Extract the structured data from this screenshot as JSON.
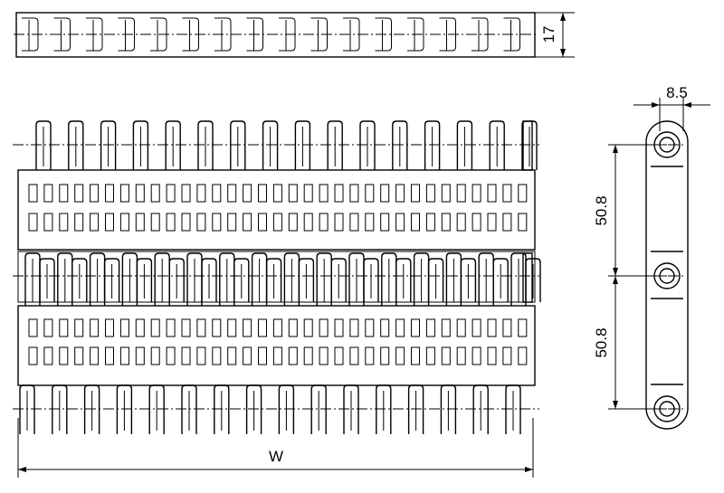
{
  "dimensions": {
    "side_thickness": "17",
    "link_width": "8.5",
    "pitch_top": "50.8",
    "pitch_bottom": "50.8",
    "belt_width": "W"
  }
}
